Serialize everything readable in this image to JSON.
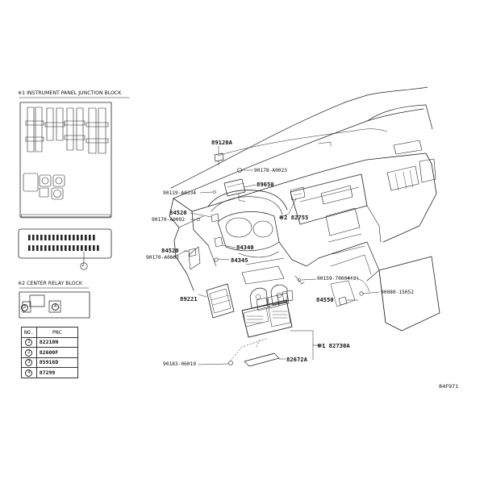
{
  "sections": {
    "instrument_panel_block": "※1 INSTRUMENT PANEL JUNCTION BLOCK",
    "center_relay_block": "※2 CENTER RELAY BLOCK"
  },
  "callouts": {
    "circle_2": "2",
    "circle_3": "3",
    "circle_4": "4"
  },
  "table": {
    "header_no": "NO.",
    "header_pnc": "PNC",
    "rows": [
      {
        "no": "1",
        "pnc": "82210N"
      },
      {
        "no": "2",
        "pnc": "82600F"
      },
      {
        "no": "3",
        "pnc": "85916D"
      },
      {
        "no": "4",
        "pnc": "87299"
      }
    ]
  },
  "labels": {
    "p89120A": "89120A",
    "p90178": "90178-A0023",
    "p90119": "90119-A0334",
    "p89650": "89650",
    "p82755": "※2 82755",
    "p84520a": "84520",
    "p90170a": "90170-A0002",
    "p84520b": "84520",
    "p90170b": "90170-A0002",
    "p84340": "84340",
    "p84345": "84345",
    "p90159": "90159-70004(2)",
    "p84550": "84550",
    "p90080": "90080-15052",
    "p89221": "89221",
    "p82730A": "※1 82730A",
    "p90183": "90183-06019",
    "p82672A": "82672A"
  },
  "figure_ref": "84F971"
}
